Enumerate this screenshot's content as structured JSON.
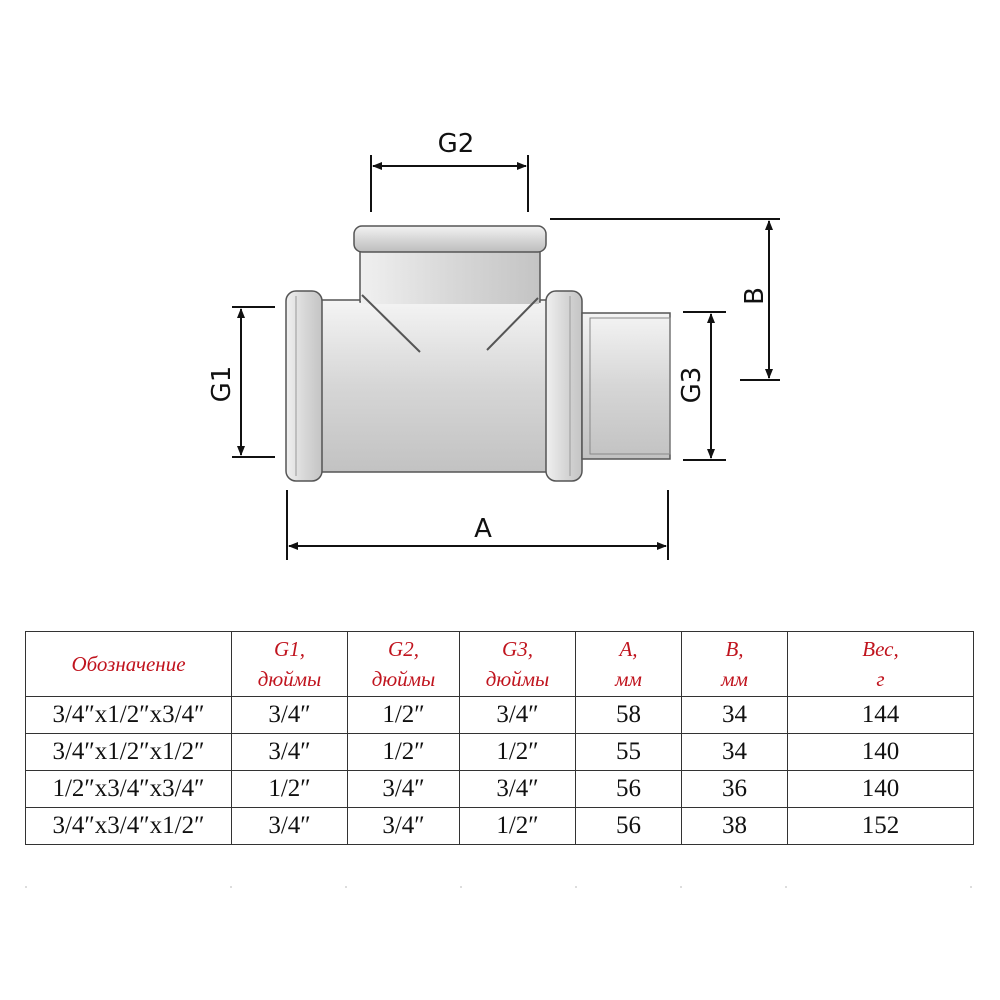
{
  "drawing": {
    "labels": {
      "g1": "G1",
      "g2": "G2",
      "g3": "G3",
      "a": "A",
      "b": "B"
    }
  },
  "table": {
    "headers": [
      {
        "line1": "Обозначение",
        "line2": ""
      },
      {
        "line1": "G1,",
        "line2": "дюймы"
      },
      {
        "line1": "G2,",
        "line2": "дюймы"
      },
      {
        "line1": "G3,",
        "line2": "дюймы"
      },
      {
        "line1": "A,",
        "line2": "мм"
      },
      {
        "line1": "B,",
        "line2": "мм"
      },
      {
        "line1": "Вес,",
        "line2": "г"
      }
    ],
    "rows": [
      [
        "3/4″x1/2″x3/4″",
        "3/4″",
        "1/2″",
        "3/4″",
        "58",
        "34",
        "144"
      ],
      [
        "3/4″x1/2″x1/2″",
        "3/4″",
        "1/2″",
        "1/2″",
        "55",
        "34",
        "140"
      ],
      [
        "1/2″x3/4″x3/4″",
        "1/2″",
        "3/4″",
        "3/4″",
        "56",
        "36",
        "140"
      ],
      [
        "3/4″x3/4″x1/2″",
        "3/4″",
        "3/4″",
        "1/2″",
        "56",
        "38",
        "152"
      ]
    ]
  }
}
